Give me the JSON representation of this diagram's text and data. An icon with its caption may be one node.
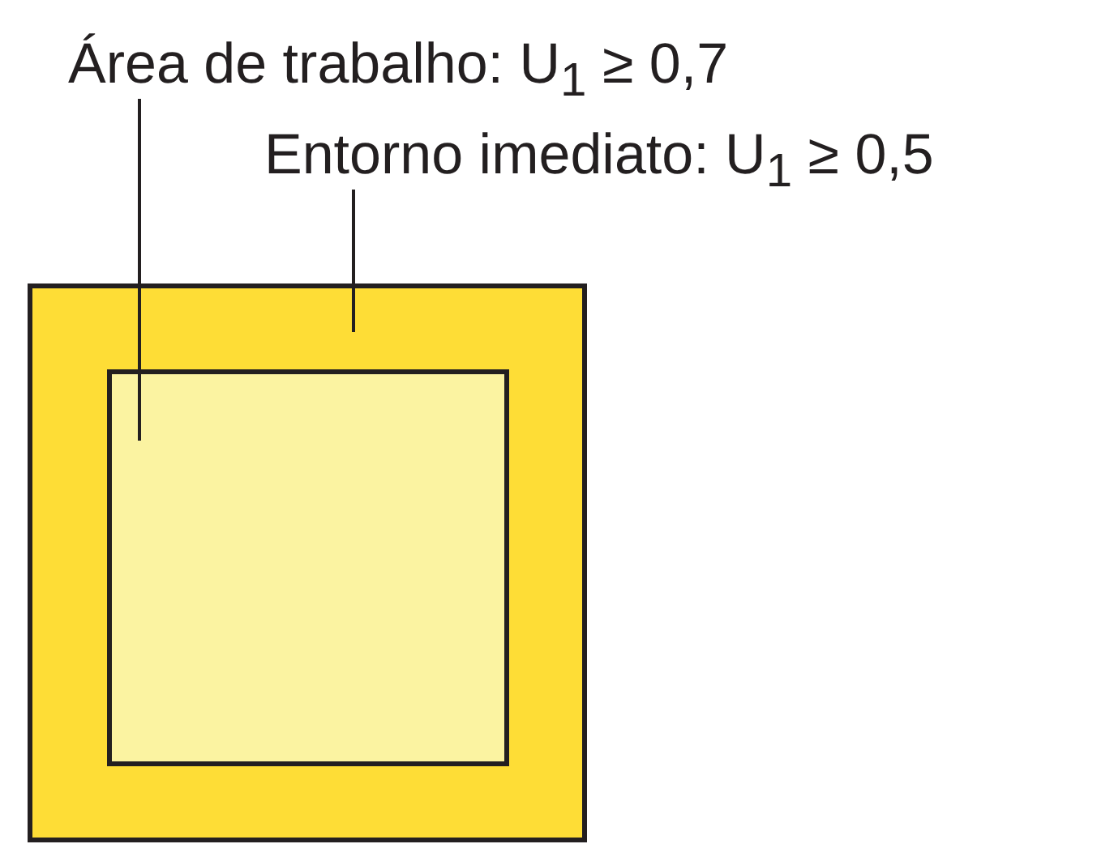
{
  "diagram": {
    "nodes": [
      {
        "text": [
          "Área de trabalho: U$_{1}$ ≥ 0,7"
        ]
      },
      {
        "text": [
          "Entorno imediato: U$_{1}$ ≥ 0,5"
        ]
      },
      {
        "text": [],
        "shape": "box"
      },
      {
        "text": [],
        "shape": "box",
        "in": 2
      }
    ],
    "edges": [
      {
        "from": 0,
        "to": 3,
        "arrow": "none"
      },
      {
        "from": 1,
        "to": 2,
        "arrow": "none"
      }
    ]
  }
}
